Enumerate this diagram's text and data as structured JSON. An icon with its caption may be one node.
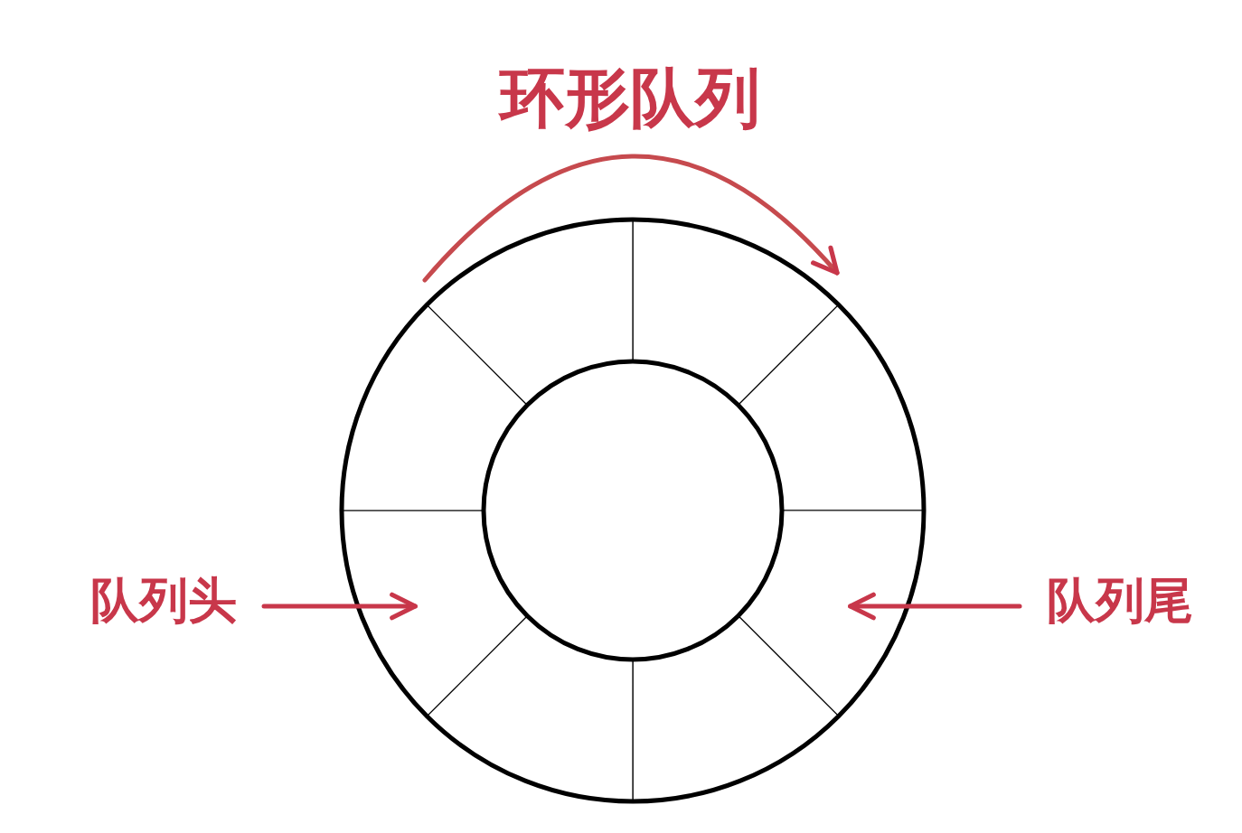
{
  "diagram": {
    "title": "环形队列",
    "nodes": [
      {
        "text": [],
        "shape": "segment"
      },
      {
        "text": [],
        "shape": "segment"
      },
      {
        "text": [],
        "shape": "segment"
      },
      {
        "text": [],
        "shape": "segment"
      },
      {
        "text": [],
        "shape": "segment"
      },
      {
        "text": [],
        "shape": "segment"
      },
      {
        "text": [],
        "shape": "segment"
      },
      {
        "text": [],
        "shape": "segment"
      },
      {
        "text": [
          "队列头"
        ]
      },
      {
        "text": [
          "队列尾"
        ]
      }
    ],
    "edges": [
      {
        "from": 8,
        "to": 5,
        "arrow": "to"
      },
      {
        "from": 9,
        "to": 2,
        "arrow": "to"
      }
    ]
  }
}
